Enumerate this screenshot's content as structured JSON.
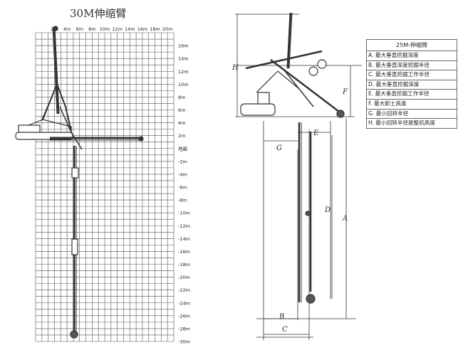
{
  "left_diagram": {
    "title": "30M伸缩臂",
    "x_ticks": [
      "2m",
      "4m",
      "6m",
      "8m",
      "10m",
      "12m",
      "14m",
      "16m",
      "18m",
      "20m"
    ],
    "y_ticks": [
      "16m",
      "14m",
      "12m",
      "10m",
      "8m",
      "6m",
      "4m",
      "2m",
      "地面",
      "-2m",
      "-4m",
      "-6m",
      "-8m",
      "-10m",
      "-12m",
      "-14m",
      "-16m",
      "-18m",
      "-20m",
      "-22m",
      "-24m",
      "-26m",
      "-28m",
      "-30m"
    ]
  },
  "right_diagram": {
    "dimension_labels": [
      "H",
      "F",
      "E",
      "G",
      "D",
      "A",
      "B",
      "C"
    ]
  },
  "legend": {
    "header": "25M-伸缩臂",
    "rows": [
      "A. 最大垂直挖掘深度",
      "B. 最大垂直深度挖掘半径",
      "C. 最大垂直挖掘工作半径",
      "D. 最大垂直挖掘深度",
      "E. 最大垂直挖掘工作半径",
      "F. 最大卸土高度",
      "G. 最小回转半径",
      "H. 最小回转半径是整机高度"
    ]
  }
}
